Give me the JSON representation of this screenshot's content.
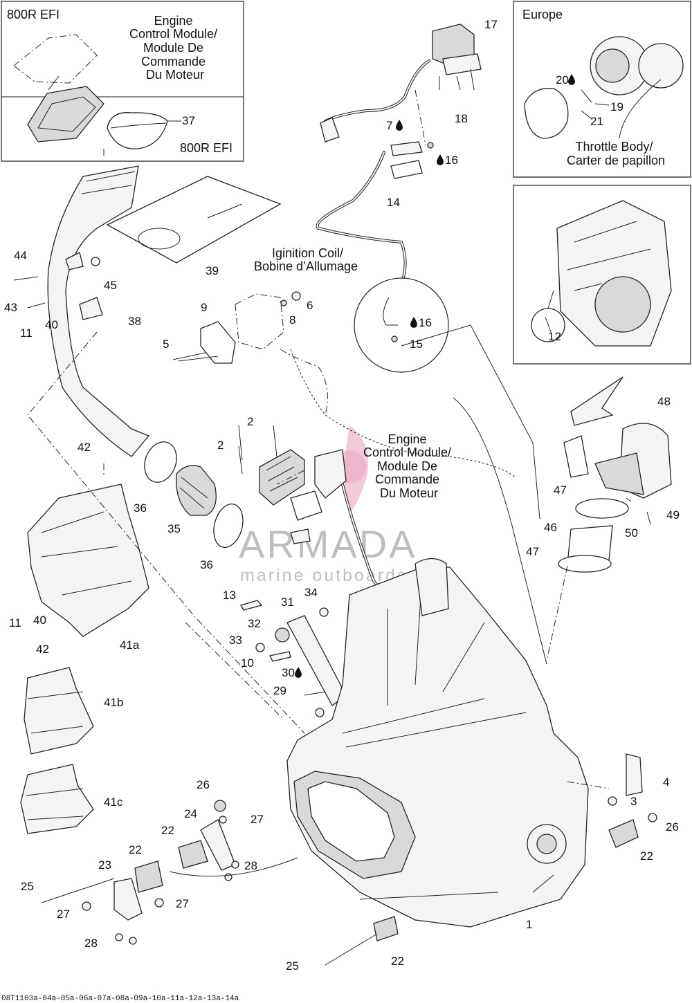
{
  "diagram": {
    "panels": {
      "efi_title": "800R EFI",
      "efi_bottom": "800R EFI",
      "europe": "Europe"
    },
    "labels": {
      "ecm_top": [
        "Engine",
        "Control Module/",
        "Module De",
        "Commande",
        "Du Moteur"
      ],
      "ecm_mid": [
        "Engine",
        "Control Module/",
        "Module De",
        "Commande",
        "Du Moteur"
      ],
      "ignition": [
        "Iginition Coil/",
        "Bobine d’Allumage"
      ],
      "throttle": [
        "Throttle Body/",
        "Carter de papillon"
      ]
    },
    "callouts": {
      "c37": "37",
      "c39": "39",
      "c44": "44",
      "c43": "43",
      "c45": "45",
      "c40a": "40",
      "c11a": "11",
      "c38": "38",
      "c17": "17",
      "c18": "18",
      "c7": "7",
      "c16a": "16",
      "c14": "14",
      "c16b": "16",
      "c15": "15",
      "c20": "20",
      "c19": "19",
      "c21": "21",
      "c12": "12",
      "c9": "9",
      "c5": "5",
      "c6": "6",
      "c8": "8",
      "c2a": "2",
      "c2b": "2",
      "c42a": "42",
      "c36a": "36",
      "c35": "35",
      "c36b": "36",
      "c48": "48",
      "c47a": "47",
      "c50": "50",
      "c49": "49",
      "c46": "46",
      "c47b": "47",
      "c11b": "11",
      "c40b": "40",
      "c41a": "41a",
      "c42b": "42",
      "c13": "13",
      "c31": "31",
      "c34": "34",
      "c32": "32",
      "c33": "33",
      "c10": "10",
      "c30": "30",
      "c29": "29",
      "c41b": "41b",
      "c41c": "41c",
      "c4": "4",
      "c3": "3",
      "c26a": "26",
      "c26b": "26",
      "c24": "24",
      "c27a": "27",
      "c22a": "22",
      "c22b": "22",
      "c28a": "28",
      "c23": "23",
      "c25a": "25",
      "c27b": "27",
      "c27c": "27",
      "c28b": "28",
      "c22c": "22",
      "c1": "1",
      "c22d": "22",
      "c25b": "25"
    },
    "watermark": {
      "brand": "ARMADA",
      "tagline": "marine outboards"
    },
    "figure_code": "08T1103a-04a-05a-06a-07a-08a-09a-10a-11a-12a-13a-14a"
  }
}
